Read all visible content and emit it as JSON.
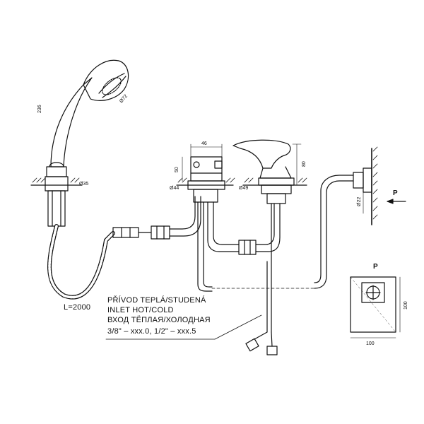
{
  "dimensions": {
    "shower_height": "236",
    "shower_head_dia": "Ø72",
    "shower_flange_dia": "Ø35",
    "hose_length": "L=2000",
    "mixer_width": "46",
    "mixer_height": "50",
    "mixer_base_dia": "Ø44",
    "spout_base_dia": "Ø49",
    "spout_height": "80",
    "wall_rose_dia": "Ø22",
    "panel_height": "100",
    "panel_width": "100"
  },
  "labels": {
    "view_arrow": "P",
    "view_title": "P"
  },
  "note": {
    "line1": "PŘÍVOD TEPLÁ/STUDENÁ",
    "line2": "INLET HOT/COLD",
    "line3": "ВХОД ТЁПЛАЯ/ХОЛОДНАЯ",
    "line4": "3/8\" – xxx.0, 1/2\" – xxx.5"
  },
  "colors": {
    "line": "#111111",
    "background": "#ffffff"
  }
}
